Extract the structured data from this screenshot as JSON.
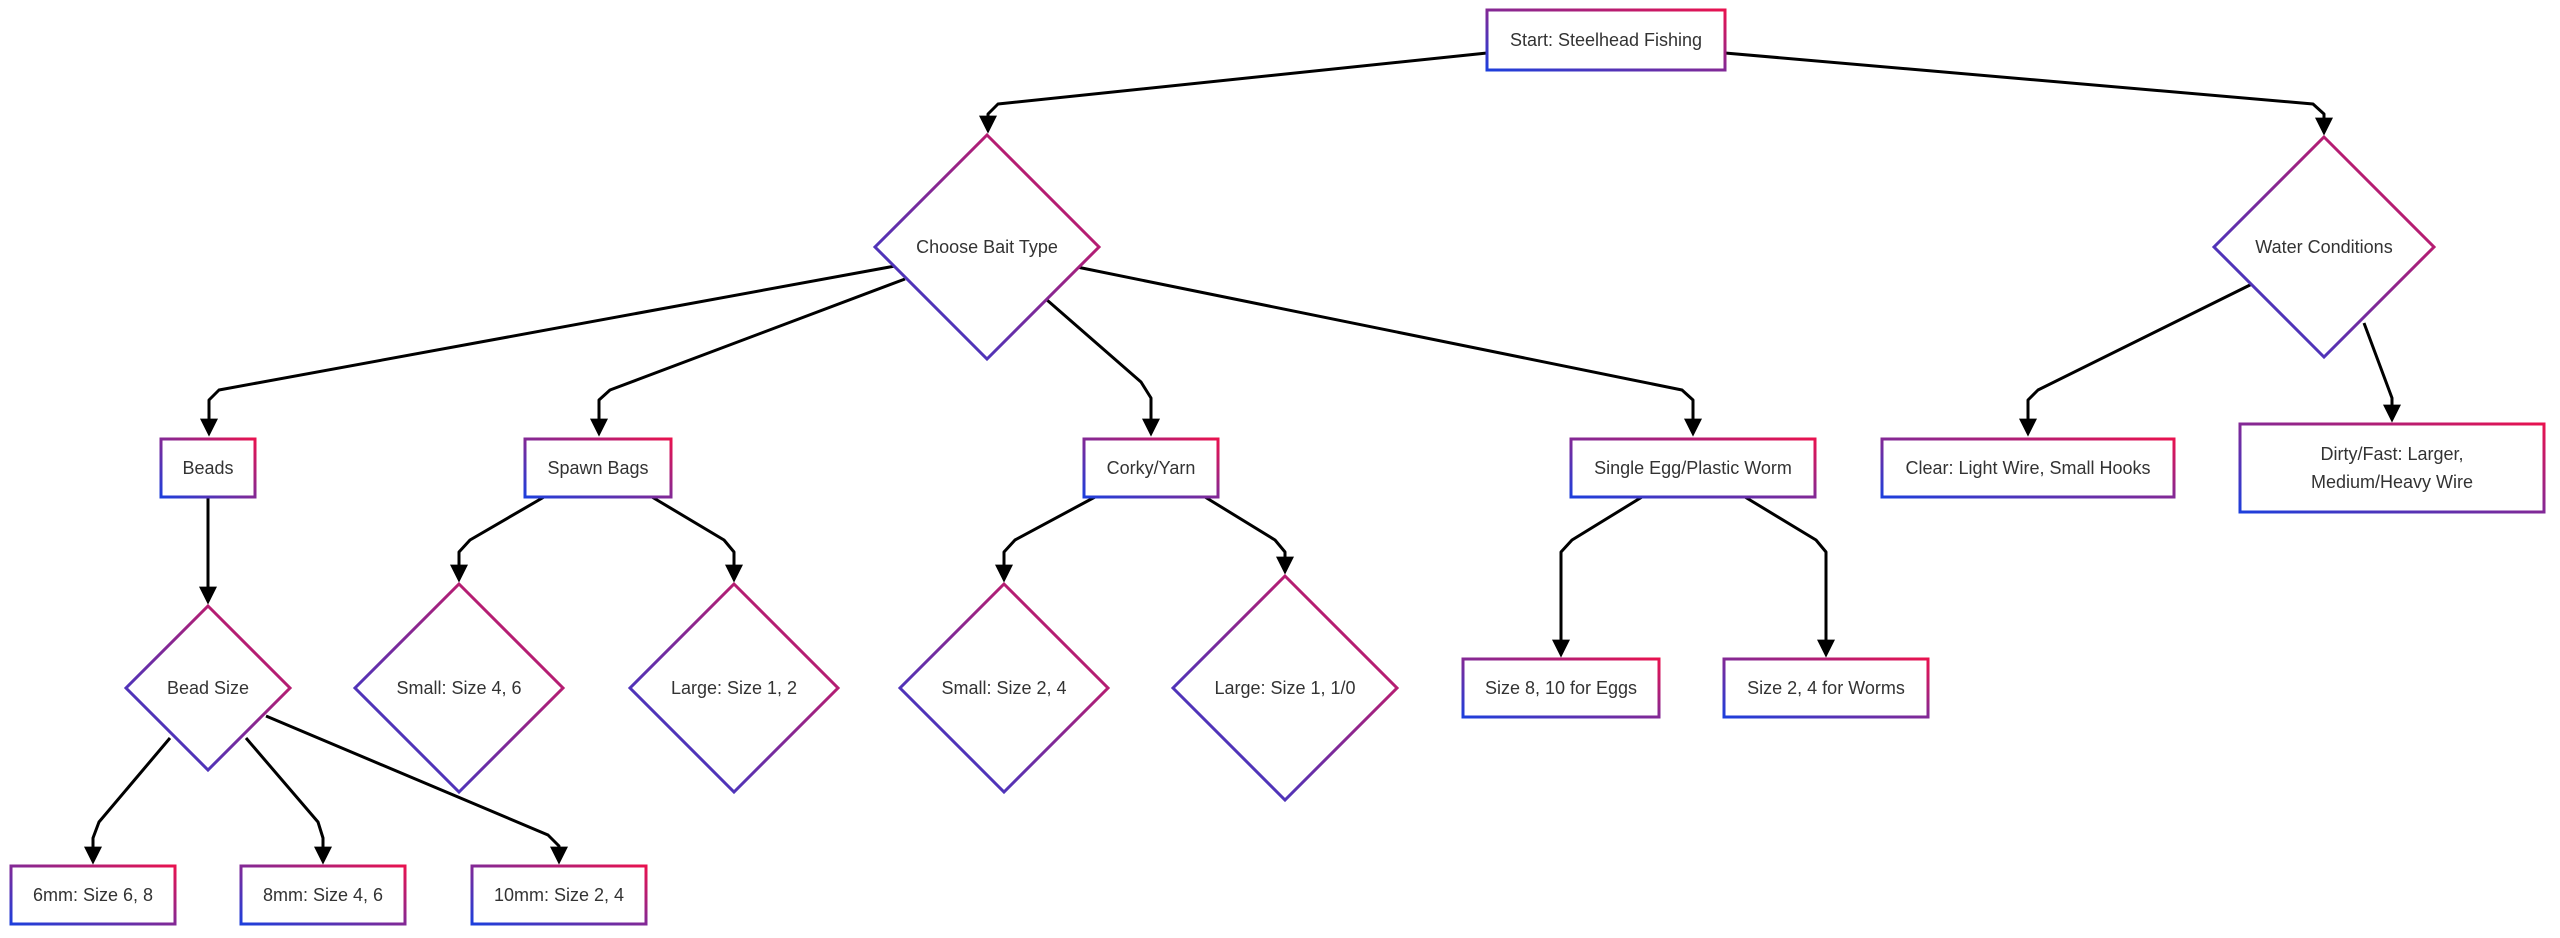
{
  "diagram": {
    "nodes": [
      {
        "id": "start",
        "shape": "rect",
        "lines": [
          "Start: Steelhead Fishing"
        ]
      },
      {
        "id": "bait_type",
        "shape": "diamond",
        "lines": [
          "Choose Bait Type"
        ]
      },
      {
        "id": "water",
        "shape": "diamond",
        "lines": [
          "Water Conditions"
        ]
      },
      {
        "id": "beads",
        "shape": "rect",
        "lines": [
          "Beads"
        ]
      },
      {
        "id": "spawn_bags",
        "shape": "rect",
        "lines": [
          "Spawn Bags"
        ]
      },
      {
        "id": "corky",
        "shape": "rect",
        "lines": [
          "Corky/Yarn"
        ]
      },
      {
        "id": "single_egg",
        "shape": "rect",
        "lines": [
          "Single Egg/Plastic Worm"
        ]
      },
      {
        "id": "clear",
        "shape": "rect",
        "lines": [
          "Clear: Light Wire, Small Hooks"
        ]
      },
      {
        "id": "dirty",
        "shape": "rect",
        "lines": [
          "Dirty/Fast: Larger,",
          "Medium/Heavy Wire"
        ]
      },
      {
        "id": "bead_size",
        "shape": "diamond",
        "lines": [
          "Bead Size"
        ]
      },
      {
        "id": "spawn_small",
        "shape": "diamond",
        "lines": [
          "Small: Size 4, 6"
        ]
      },
      {
        "id": "spawn_large",
        "shape": "diamond",
        "lines": [
          "Large: Size 1, 2"
        ]
      },
      {
        "id": "corky_small",
        "shape": "diamond",
        "lines": [
          "Small: Size 2, 4"
        ]
      },
      {
        "id": "corky_large",
        "shape": "diamond",
        "lines": [
          "Large: Size 1, 1/0"
        ]
      },
      {
        "id": "eggs",
        "shape": "rect",
        "lines": [
          "Size 8, 10 for Eggs"
        ]
      },
      {
        "id": "worms",
        "shape": "rect",
        "lines": [
          "Size 2, 4 for Worms"
        ]
      },
      {
        "id": "bead_6mm",
        "shape": "rect",
        "lines": [
          "6mm: Size 6, 8"
        ]
      },
      {
        "id": "bead_8mm",
        "shape": "rect",
        "lines": [
          "8mm: Size 4, 6"
        ]
      },
      {
        "id": "bead_10mm",
        "shape": "rect",
        "lines": [
          "10mm: Size 2, 4"
        ]
      }
    ],
    "edges": [
      {
        "from": "start",
        "to": "bait_type"
      },
      {
        "from": "start",
        "to": "water"
      },
      {
        "from": "bait_type",
        "to": "beads"
      },
      {
        "from": "bait_type",
        "to": "spawn_bags"
      },
      {
        "from": "bait_type",
        "to": "corky"
      },
      {
        "from": "bait_type",
        "to": "single_egg"
      },
      {
        "from": "water",
        "to": "clear"
      },
      {
        "from": "water",
        "to": "dirty"
      },
      {
        "from": "beads",
        "to": "bead_size"
      },
      {
        "from": "spawn_bags",
        "to": "spawn_small"
      },
      {
        "from": "spawn_bags",
        "to": "spawn_large"
      },
      {
        "from": "corky",
        "to": "corky_small"
      },
      {
        "from": "corky",
        "to": "corky_large"
      },
      {
        "from": "single_egg",
        "to": "eggs"
      },
      {
        "from": "single_egg",
        "to": "worms"
      },
      {
        "from": "bead_size",
        "to": "bead_6mm"
      },
      {
        "from": "bead_size",
        "to": "bead_8mm"
      },
      {
        "from": "bead_size",
        "to": "bead_10mm"
      }
    ],
    "colors": {
      "gradient_start": "#1d3fdc",
      "gradient_end": "#e8124f",
      "edge": "#000000",
      "text": "#333333",
      "background": "#ffffff"
    }
  }
}
